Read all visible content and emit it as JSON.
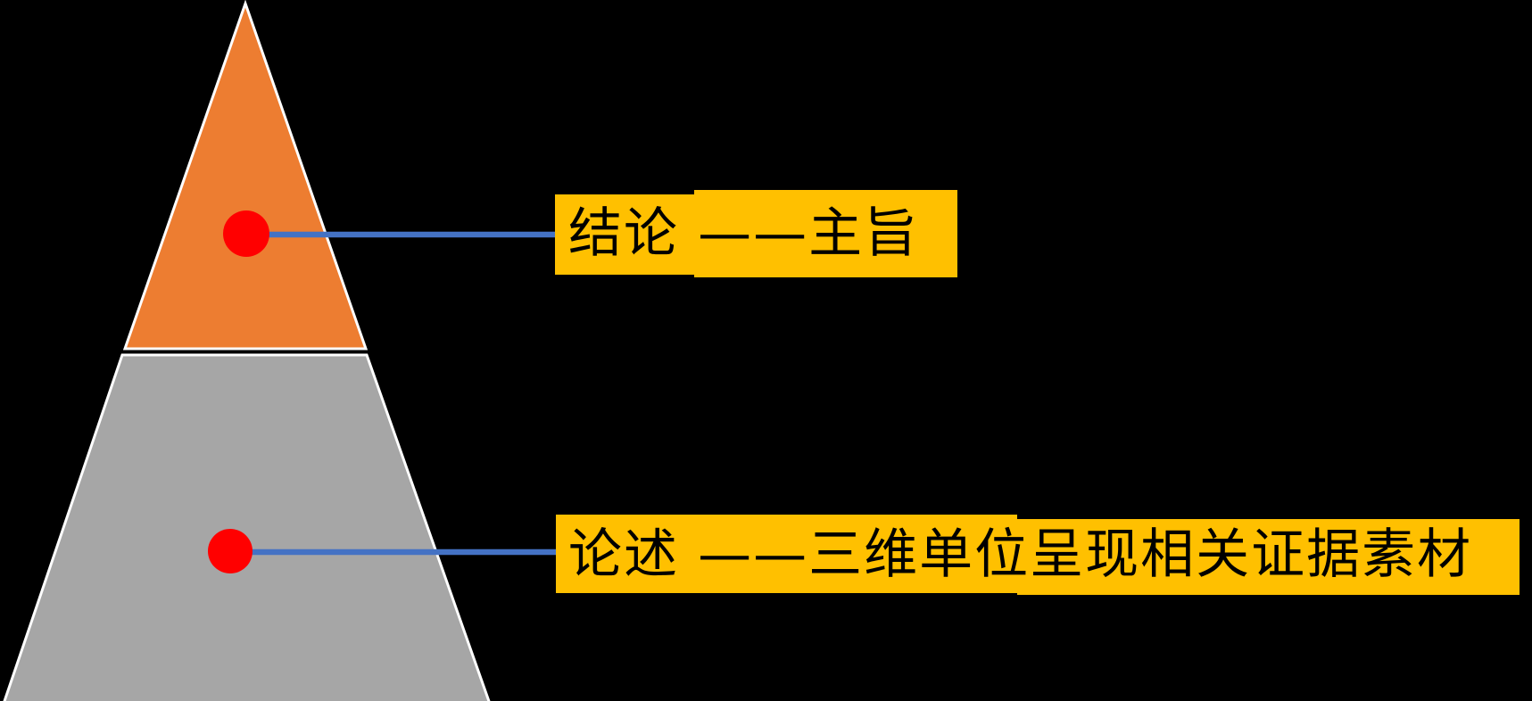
{
  "colors": {
    "background": "#000000",
    "pyramid_top_fill": "#ED7D31",
    "pyramid_bottom_fill": "#A6A6A6",
    "shape_outline": "#FFFFFF",
    "marker_dot": "#FF0000",
    "connector_line": "#4472C4",
    "label_highlight": "#FFC000",
    "label_text": "#000000"
  },
  "pyramid": {
    "type": "two-level pyramid",
    "levels": [
      {
        "position": "top",
        "color_name": "orange"
      },
      {
        "position": "bottom",
        "color_name": "gray"
      }
    ]
  },
  "callouts": [
    {
      "text": "结论 ——主旨"
    },
    {
      "text": "论述 ——三维单位呈现相关证据素材"
    }
  ]
}
